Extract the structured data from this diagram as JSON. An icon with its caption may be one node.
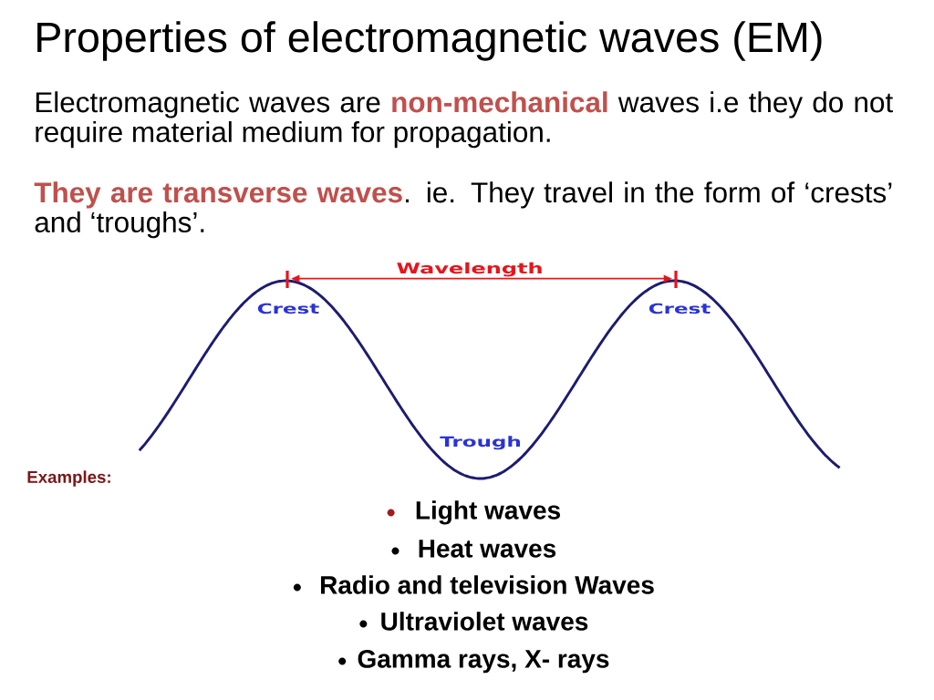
{
  "diagram": {
    "title": "Properties of electromagnetic waves (EM)",
    "labels": [
      "Electromagnetic waves are **non-mechanical** waves i.e they do not require material medium for propagation.",
      "**They are transverse waves**. ie. They travel in the form of ‘crests’ and ‘troughs’.",
      "Wavelength",
      "Crest",
      "Crest",
      "Trough",
      "Examples:",
      "Light waves",
      "Heat waves",
      "Radio and television Waves",
      "Ultraviolet waves",
      "Gamma rays, X- rays"
    ]
  }
}
